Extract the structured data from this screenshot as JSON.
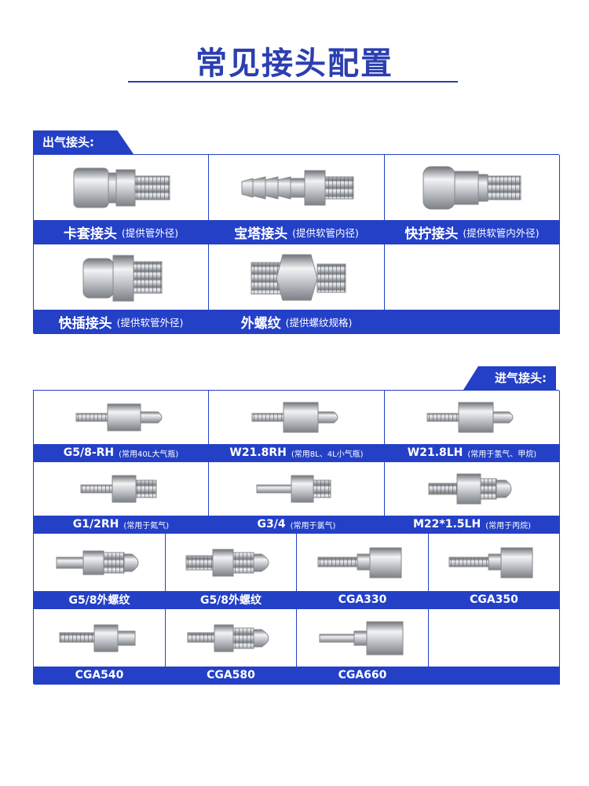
{
  "page": {
    "title": "常见接头配置"
  },
  "outlet": {
    "heading": "出气接头:",
    "items": [
      {
        "name": "卡套接头",
        "note": "(提供管外径)",
        "icon": "compression-fitting-icon"
      },
      {
        "name": "宝塔接头",
        "note": "(提供软管内径)",
        "icon": "hose-barb-fitting-icon"
      },
      {
        "name": "快拧接头",
        "note": "(提供软管内外径)",
        "icon": "quick-twist-fitting-icon"
      },
      {
        "name": "快插接头",
        "note": "(提供软管外径)",
        "icon": "push-in-fitting-icon"
      },
      {
        "name": "外螺纹",
        "note": "(提供螺纹规格)",
        "icon": "male-thread-fitting-icon"
      }
    ]
  },
  "inlet": {
    "heading": "进气接头:",
    "row1": [
      {
        "name": "G5/8-RH",
        "note": "(常用40L大气瓶)",
        "icon": "g58-rh-connector-icon"
      },
      {
        "name": "W21.8RH",
        "note": "(常用8L、4L小气瓶)",
        "icon": "w218-rh-connector-icon"
      },
      {
        "name": "W21.8LH",
        "note": "(常用于氢气、甲烷)",
        "icon": "w218-lh-connector-icon"
      }
    ],
    "row2": [
      {
        "name": "G1/2RH",
        "note": "(常用于氮气)",
        "icon": "g12-rh-connector-icon"
      },
      {
        "name": "G3/4",
        "note": "(常用于氯气)",
        "icon": "g34-connector-icon"
      },
      {
        "name": "M22*1.5LH",
        "note": "(常用于丙烷)",
        "icon": "m22-lh-connector-icon"
      }
    ],
    "row3": [
      {
        "name": "G5/8外螺纹",
        "icon": "g58-male-connector-icon"
      },
      {
        "name": "G5/8外螺纹",
        "icon": "g58-male-connector-icon"
      },
      {
        "name": "CGA330",
        "icon": "cga330-connector-icon"
      },
      {
        "name": "CGA350",
        "icon": "cga350-connector-icon"
      }
    ],
    "row4": [
      {
        "name": "CGA540",
        "icon": "cga540-connector-icon"
      },
      {
        "name": "CGA580",
        "icon": "cga580-connector-icon"
      },
      {
        "name": "CGA660",
        "icon": "cga660-connector-icon"
      }
    ]
  }
}
